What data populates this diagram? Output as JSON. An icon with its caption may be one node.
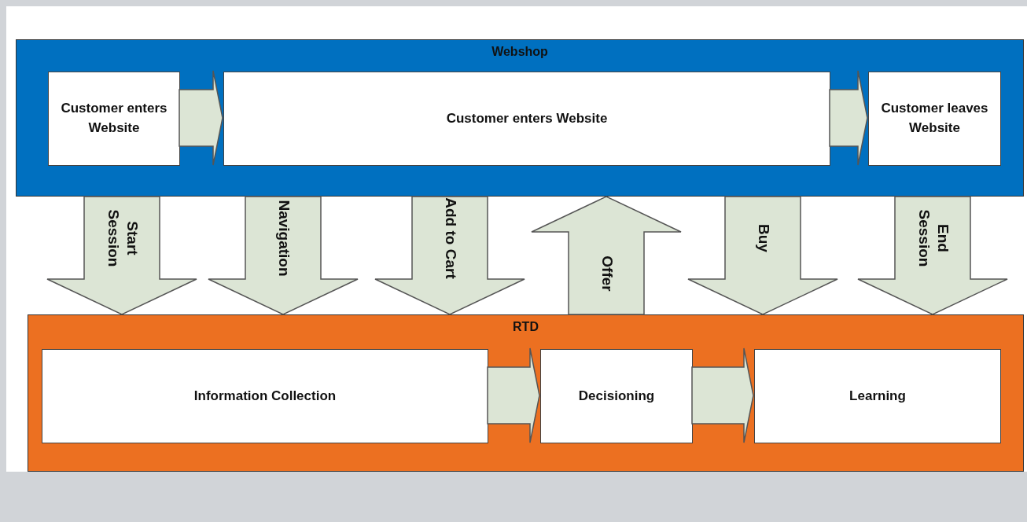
{
  "diagram": {
    "nodes": [
      {
        "text": [
          "Webshop"
        ]
      },
      {
        "text": [
          "Customer enters Website"
        ],
        "in": 0
      },
      {
        "text": [
          "Customer enters Website"
        ],
        "in": 0
      },
      {
        "text": [
          "Customer leaves Website"
        ],
        "in": 0
      },
      {
        "text": [
          "RTD"
        ]
      },
      {
        "text": [
          "Information Collection"
        ],
        "in": 4
      },
      {
        "text": [
          "Decisioning"
        ],
        "in": 4
      },
      {
        "text": [
          "Learning"
        ],
        "in": 4
      }
    ],
    "edges": [
      {
        "from": 1,
        "to": 2,
        "arrow": "to",
        "style": "thick"
      },
      {
        "from": 2,
        "to": 3,
        "arrow": "to",
        "style": "thick"
      },
      {
        "from": 0,
        "to": 4,
        "arrow": "to",
        "style": "thick",
        "label": "Start Session"
      },
      {
        "from": 0,
        "to": 4,
        "arrow": "to",
        "style": "thick",
        "label": "Navigation"
      },
      {
        "from": 0,
        "to": 4,
        "arrow": "to",
        "style": "thick",
        "label": "Add to Cart"
      },
      {
        "from": 4,
        "to": 0,
        "arrow": "to",
        "style": "thick",
        "label": "Offer"
      },
      {
        "from": 0,
        "to": 4,
        "arrow": "to",
        "style": "thick",
        "label": "Buy"
      },
      {
        "from": 0,
        "to": 4,
        "arrow": "to",
        "style": "thick",
        "label": "End Session"
      },
      {
        "from": 5,
        "to": 6,
        "arrow": "to",
        "style": "thick"
      },
      {
        "from": 6,
        "to": 7,
        "arrow": "to",
        "style": "thick"
      }
    ]
  }
}
